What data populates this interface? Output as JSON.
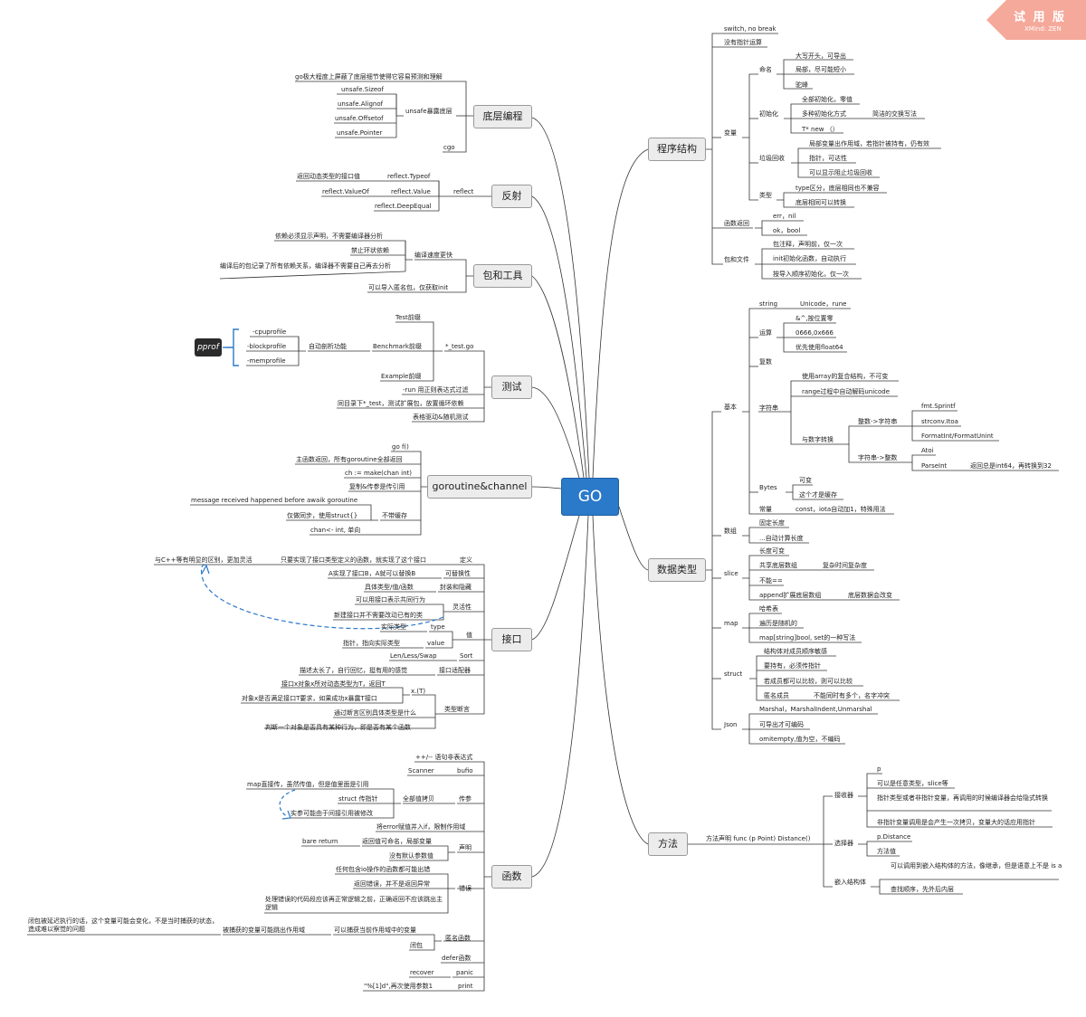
{
  "watermark": {
    "line1": "试 用 版",
    "line2": "XMind: ZEN"
  },
  "center": "GO",
  "main_topics": [
    "底层编程",
    "反射",
    "包和工具",
    "测试",
    "goroutine&channel",
    "接口",
    "函数",
    "程序结构",
    "数据类型",
    "方法"
  ],
  "pprof_label": "pprof",
  "nodes": [
    {
      "id": "lowlevel_1",
      "text": "go极大程度上屏蔽了底层细节使得它容易预测和理解"
    },
    {
      "id": "lowlevel_2",
      "text": "unsafe.Sizeof"
    },
    {
      "id": "lowlevel_3",
      "text": "unsafe.Alignof"
    },
    {
      "id": "lowlevel_4",
      "text": "unsafe.Offsetof"
    },
    {
      "id": "lowlevel_5",
      "text": "unsafe.Pointer"
    },
    {
      "id": "lowlevel_6",
      "text": "unsafe暴露底层"
    },
    {
      "id": "lowlevel_7",
      "text": "cgo"
    },
    {
      "id": "refl_1",
      "text": "返回动态类型的接口值"
    },
    {
      "id": "refl_2",
      "text": "reflect.Typeof"
    },
    {
      "id": "refl_3",
      "text": "reflect.ValueOf"
    },
    {
      "id": "refl_4",
      "text": "reflect.Value"
    },
    {
      "id": "refl_5",
      "text": "reflect"
    },
    {
      "id": "refl_6",
      "text": "reflect.DeepEqual"
    },
    {
      "id": "pkg_1",
      "text": "依赖必须显示声明，不需要编译器分析"
    },
    {
      "id": "pkg_2",
      "text": "禁止环状依赖"
    },
    {
      "id": "pkg_3",
      "text": "编译速度更快"
    },
    {
      "id": "pkg_4",
      "text": "编译后的包记录了所有依赖关系，编译器不需要自己再去分析"
    },
    {
      "id": "pkg_5",
      "text": "可以导入匿名包，仅获取init"
    },
    {
      "id": "test_1",
      "text": "Test前缀"
    },
    {
      "id": "test_2",
      "text": "-cpuprofile"
    },
    {
      "id": "test_3",
      "text": "-blockprofile"
    },
    {
      "id": "test_4",
      "text": "-memprofile"
    },
    {
      "id": "test_5",
      "text": "自动剖析功能"
    },
    {
      "id": "test_6",
      "text": "Benchmark前缀"
    },
    {
      "id": "test_7",
      "text": "*_test.go"
    },
    {
      "id": "test_8",
      "text": "Example前缀"
    },
    {
      "id": "test_9",
      "text": "-run 用正则表达式过滤"
    },
    {
      "id": "test_10",
      "text": "同目录下*_test，测试扩展包，放置循环依赖"
    },
    {
      "id": "test_11",
      "text": "表格驱动&随机测试"
    },
    {
      "id": "gor_1",
      "text": "go f()"
    },
    {
      "id": "gor_2",
      "text": "主函数返回，所有goroutine全部返回"
    },
    {
      "id": "gor_3",
      "text": "ch := make(chan int)"
    },
    {
      "id": "gor_4",
      "text": "复制&传参是传引用"
    },
    {
      "id": "gor_5",
      "text": "message received happened before awaik goroutine"
    },
    {
      "id": "gor_6",
      "text": "仅做同步，使用struct{}"
    },
    {
      "id": "gor_7",
      "text": "不带缓存"
    },
    {
      "id": "gor_8",
      "text": "chan<- int, 单向"
    },
    {
      "id": "if_1",
      "text": "与C++等有明显的区别，更加灵活"
    },
    {
      "id": "if_2",
      "text": "只要实现了接口类型定义的函数，就实现了这个接口"
    },
    {
      "id": "if_3",
      "text": "定义"
    },
    {
      "id": "if_4",
      "text": "A实现了接口B，A就可以替换B"
    },
    {
      "id": "if_5",
      "text": "可替换性"
    },
    {
      "id": "if_6",
      "text": "具体类型/值/函数"
    },
    {
      "id": "if_7",
      "text": "封装和隐藏"
    },
    {
      "id": "if_8",
      "text": "可以用接口表示共同行为"
    },
    {
      "id": "if_9",
      "text": "灵活性"
    },
    {
      "id": "if_10",
      "text": "新建接口并不需要改动已有的类"
    },
    {
      "id": "if_11",
      "text": "实际类型"
    },
    {
      "id": "if_12",
      "text": "type"
    },
    {
      "id": "if_13",
      "text": "值"
    },
    {
      "id": "if_14",
      "text": "指针，指向实际类型"
    },
    {
      "id": "if_15",
      "text": "value"
    },
    {
      "id": "if_16",
      "text": "Len/Less/Swap"
    },
    {
      "id": "if_17",
      "text": "Sort"
    },
    {
      "id": "if_18",
      "text": "描述太长了，自行回忆，挺有用的感觉"
    },
    {
      "id": "if_19",
      "text": "接口适配器"
    },
    {
      "id": "if_20",
      "text": "接口x对象x所对动态类型为T，返回T"
    },
    {
      "id": "if_21",
      "text": "x.(T)"
    },
    {
      "id": "if_22",
      "text": "对象x是否满足接口T要求，如果成功x暴露T接口"
    },
    {
      "id": "if_23",
      "text": "类型断言"
    },
    {
      "id": "if_24",
      "text": "通过断言区别具体类型是什么"
    },
    {
      "id": "if_25",
      "text": "判断一个对象是否具有某种行为，即是否有某个函数"
    },
    {
      "id": "fn_1",
      "text": "++/-- 语句非表达式"
    },
    {
      "id": "fn_2",
      "text": "Scanner"
    },
    {
      "id": "fn_3",
      "text": "bufio"
    },
    {
      "id": "fn_4",
      "text": "map直接传，虽然传值，但是值里面是引用"
    },
    {
      "id": "fn_5",
      "text": "struct 传指针"
    },
    {
      "id": "fn_6",
      "text": "全部值拷贝"
    },
    {
      "id": "fn_7",
      "text": "传参"
    },
    {
      "id": "fn_8",
      "text": "实参可能由于间接引用被修改"
    },
    {
      "id": "fn_9",
      "text": "将error赋值并入if，限制作用域"
    },
    {
      "id": "fn_10",
      "text": "bare return"
    },
    {
      "id": "fn_11",
      "text": "返回值可命名，局部变量"
    },
    {
      "id": "fn_12",
      "text": "声明"
    },
    {
      "id": "fn_13",
      "text": "没有默认参数值"
    },
    {
      "id": "fn_14",
      "text": "任何包含io操作的函数都可能出错"
    },
    {
      "id": "fn_15",
      "text": "返回错误，并不是返回异常"
    },
    {
      "id": "fn_16",
      "text": "错误"
    },
    {
      "id": "fn_17",
      "text": "处理错误的代码段应该再正常逻辑之前，正确返回不应该跳出主逻辑"
    },
    {
      "id": "fn_18",
      "text": "闭包被延迟执行的话，这个变量可能会变化，不是当时捕获的状态，造成难以察觉的问题"
    },
    {
      "id": "fn_19",
      "text": "被捕获的变量可能跳出作用域"
    },
    {
      "id": "fn_20",
      "text": "可以捕获当前作用域中的变量"
    },
    {
      "id": "fn_21",
      "text": "匿名函数"
    },
    {
      "id": "fn_22",
      "text": "闭包"
    },
    {
      "id": "fn_23",
      "text": "defer函数"
    },
    {
      "id": "fn_24",
      "text": "recover"
    },
    {
      "id": "fn_25",
      "text": "panic"
    },
    {
      "id": "fn_26",
      "text": "\"%[1]d\",再次使用参数1"
    },
    {
      "id": "fn_27",
      "text": "print"
    },
    {
      "id": "ps_1",
      "text": "switch, no break"
    },
    {
      "id": "ps_2",
      "text": "没有指针运算"
    },
    {
      "id": "ps_3",
      "text": "大写开头，可导出"
    },
    {
      "id": "ps_4",
      "text": "命名"
    },
    {
      "id": "ps_5",
      "text": "局部，尽可能短小"
    },
    {
      "id": "ps_6",
      "text": "驼峰"
    },
    {
      "id": "ps_7",
      "text": "全部初始化，零值"
    },
    {
      "id": "ps_8",
      "text": "初始化"
    },
    {
      "id": "ps_9",
      "text": "多种初始化方式"
    },
    {
      "id": "ps_10",
      "text": "简洁的交换写法"
    },
    {
      "id": "ps_11",
      "text": "T* new （）"
    },
    {
      "id": "ps_12",
      "text": "变量"
    },
    {
      "id": "ps_13",
      "text": "局部变量出作用域，若指针被持有，仍有效"
    },
    {
      "id": "ps_14",
      "text": "垃圾回收"
    },
    {
      "id": "ps_15",
      "text": "指针，可达性"
    },
    {
      "id": "ps_16",
      "text": "可以显示阻止垃圾回收"
    },
    {
      "id": "ps_17",
      "text": "type区分，底层相同也不兼容"
    },
    {
      "id": "ps_18",
      "text": "类型"
    },
    {
      "id": "ps_19",
      "text": "底层相同可以转换"
    },
    {
      "id": "ps_20",
      "text": "err，nil"
    },
    {
      "id": "ps_21",
      "text": "函数返回"
    },
    {
      "id": "ps_22",
      "text": "ok，bool"
    },
    {
      "id": "ps_23",
      "text": "包注释，声明前，仅一次"
    },
    {
      "id": "ps_24",
      "text": "包和文件"
    },
    {
      "id": "ps_25",
      "text": "init初始化函数，自动执行"
    },
    {
      "id": "ps_26",
      "text": "按导入顺序初始化，仅一次"
    },
    {
      "id": "dt_1",
      "text": "string"
    },
    {
      "id": "dt_2",
      "text": "Unicode，rune"
    },
    {
      "id": "dt_3",
      "text": "&^,按位置零"
    },
    {
      "id": "dt_4",
      "text": "运算"
    },
    {
      "id": "dt_5",
      "text": "0666,0x666"
    },
    {
      "id": "dt_6",
      "text": "优先使用float64"
    },
    {
      "id": "dt_7",
      "text": "复数"
    },
    {
      "id": "dt_8",
      "text": "使用array的复合结构，不可变"
    },
    {
      "id": "dt_9",
      "text": "range过程中自动解码unicode"
    },
    {
      "id": "dt_10",
      "text": "字符串"
    },
    {
      "id": "dt_11",
      "text": "fmt.Sprintf"
    },
    {
      "id": "dt_12",
      "text": "整数->字符串"
    },
    {
      "id": "dt_13",
      "text": "strconv.Itoa"
    },
    {
      "id": "dt_14",
      "text": "与数字转换"
    },
    {
      "id": "dt_15",
      "text": "FormatInt/FormatUnint"
    },
    {
      "id": "dt_16",
      "text": "基本"
    },
    {
      "id": "dt_17",
      "text": "Atoi"
    },
    {
      "id": "dt_18",
      "text": "字符串->整数"
    },
    {
      "id": "dt_19",
      "text": "ParseInt"
    },
    {
      "id": "dt_20",
      "text": "返回总是int64，再转换到32"
    },
    {
      "id": "dt_21",
      "text": "可变"
    },
    {
      "id": "dt_22",
      "text": "Bytes"
    },
    {
      "id": "dt_23",
      "text": "这个才是缓存"
    },
    {
      "id": "dt_24",
      "text": "常量"
    },
    {
      "id": "dt_25",
      "text": "const，iota自动加1，特殊用法"
    },
    {
      "id": "dt_26",
      "text": "固定长度"
    },
    {
      "id": "dt_27",
      "text": "数组"
    },
    {
      "id": "dt_28",
      "text": "...自动计算长度"
    },
    {
      "id": "dt_29",
      "text": "长度可变"
    },
    {
      "id": "dt_30",
      "text": "共享底层数组"
    },
    {
      "id": "dt_31",
      "text": "复杂时间复杂度"
    },
    {
      "id": "dt_32",
      "text": "slice"
    },
    {
      "id": "dt_33",
      "text": "不能=="
    },
    {
      "id": "dt_34",
      "text": "append扩展底层数组"
    },
    {
      "id": "dt_35",
      "text": "底层数据会改变"
    },
    {
      "id": "dt_36",
      "text": "哈希表"
    },
    {
      "id": "dt_37",
      "text": "map"
    },
    {
      "id": "dt_38",
      "text": "遍历是随机的"
    },
    {
      "id": "dt_39",
      "text": "map[string]bool, set的一种写法"
    },
    {
      "id": "dt_40",
      "text": "结构体对成员顺序敏感"
    },
    {
      "id": "dt_41",
      "text": "要持有，必须传指针"
    },
    {
      "id": "dt_42",
      "text": "struct"
    },
    {
      "id": "dt_43",
      "text": "若成员都可以比较，则可以比较"
    },
    {
      "id": "dt_44",
      "text": "匿名成员"
    },
    {
      "id": "dt_45",
      "text": "不能同时有多个，名字冲突"
    },
    {
      "id": "dt_46",
      "text": "Marshal，MarshalIndent,Unmarshal"
    },
    {
      "id": "dt_47",
      "text": "Json"
    },
    {
      "id": "dt_48",
      "text": "可导出才可编码"
    },
    {
      "id": "dt_49",
      "text": "omitempty,值为空，不编码"
    },
    {
      "id": "m_1",
      "text": "p"
    },
    {
      "id": "m_2",
      "text": "可以是任意类型，slice等"
    },
    {
      "id": "m_3",
      "text": "接收器"
    },
    {
      "id": "m_4",
      "text": "指针类型或者非指针变量，再调用的时候编译器会给隐式转换"
    },
    {
      "id": "m_5",
      "text": "方法声明  func (p Point) Distance()"
    },
    {
      "id": "m_6",
      "text": "非指针变量调用是会产生一次拷贝，变量大的话应用指针"
    },
    {
      "id": "m_7",
      "text": "p.Distance"
    },
    {
      "id": "m_8",
      "text": "选择器"
    },
    {
      "id": "m_9",
      "text": "方法值"
    },
    {
      "id": "m_10",
      "text": "可以调用到嵌入结构体的方法，像继承，但是语意上不是 is a"
    },
    {
      "id": "m_11",
      "text": "嵌入结构体"
    },
    {
      "id": "m_12",
      "text": "查找顺序，先外后内层"
    }
  ]
}
